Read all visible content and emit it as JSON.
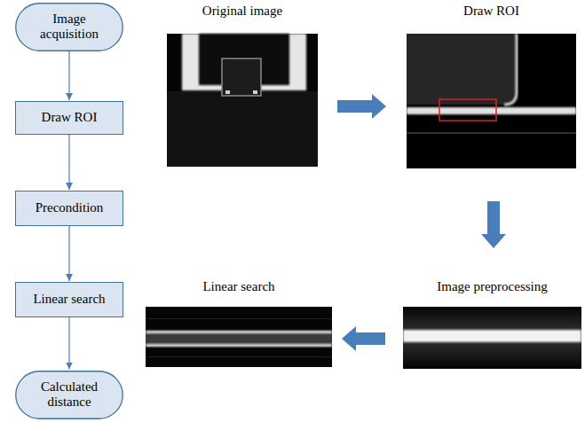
{
  "diagram": {
    "nodes": [
      {
        "text": [
          "Image acquisition"
        ]
      },
      {
        "text": [
          "Draw ROI"
        ]
      },
      {
        "text": [
          "Precondition"
        ]
      },
      {
        "text": [
          "Linear search"
        ]
      },
      {
        "text": [
          "Calculated distance"
        ]
      },
      {
        "text": [
          "Original image"
        ]
      },
      {
        "text": [
          "Draw ROI"
        ]
      },
      {
        "text": [
          "Image preprocessing"
        ]
      },
      {
        "text": [
          "Linear search"
        ]
      }
    ],
    "edges": [
      {
        "from": 0,
        "to": 1,
        "arrow": "to"
      },
      {
        "from": 1,
        "to": 2,
        "arrow": "to"
      },
      {
        "from": 2,
        "to": 3,
        "arrow": "to"
      },
      {
        "from": 3,
        "to": 4,
        "arrow": "to"
      },
      {
        "from": 5,
        "to": 6,
        "arrow": "to"
      },
      {
        "from": 6,
        "to": 7,
        "arrow": "to"
      },
      {
        "from": 7,
        "to": 8,
        "arrow": "to"
      }
    ]
  }
}
